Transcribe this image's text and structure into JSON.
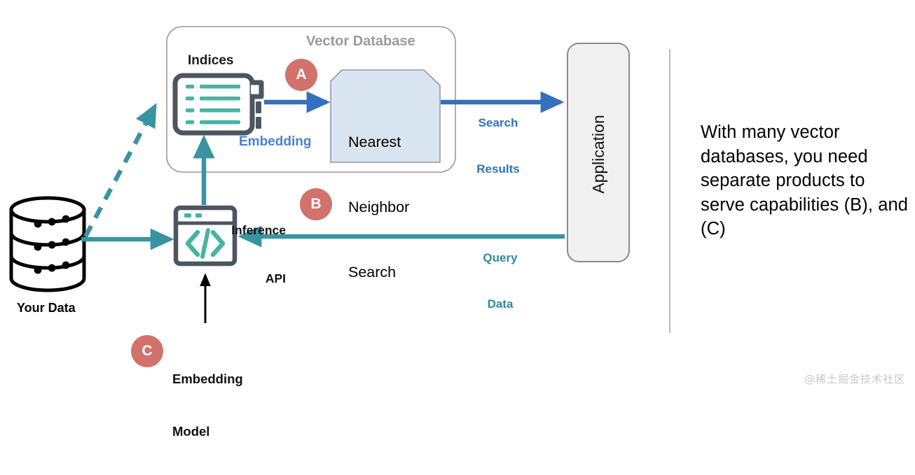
{
  "diagram": {
    "title_container": "Vector Database",
    "nodes": {
      "indices_label": "Indices",
      "nearest_neighbor_search": "Nearest\nNeighbor\nSearch",
      "nearest_neighbor_search_lines": [
        "Nearest",
        "Neighbor",
        "Search"
      ],
      "inference_api": "Inference\nAPI",
      "inference_api_lines": [
        "Inference",
        "API"
      ],
      "your_data": "Your Data",
      "embedding_model": "Embedding\nModel",
      "embedding_model_lines": [
        "Embedding",
        "Model"
      ],
      "application": "Application",
      "code_glyph": "</>"
    },
    "edge_labels": {
      "embedding": "Embedding",
      "search_results": "Search\nResults",
      "search_results_lines": [
        "Search",
        "Results"
      ],
      "query_data": "Query\nData",
      "query_data_lines": [
        "Query",
        "Data"
      ]
    },
    "badges": [
      {
        "id": "A",
        "label": "A"
      },
      {
        "id": "B",
        "label": "B"
      },
      {
        "id": "C",
        "label": "C"
      }
    ],
    "colors": {
      "badge_red": "#d2726d",
      "teal": "#3a93a1",
      "blue_arrow": "#3470bd",
      "blue_label": "#4781d2",
      "nns_fill": "#d8e4f0",
      "nns_stroke": "#8f9aa6",
      "application_fill": "#f0f0f0",
      "application_stroke": "#8a8a8a",
      "container_stroke": "#9a9a9a",
      "icon_dark": "#4d5560",
      "icon_teal": "#49b3a2",
      "black": "#000000",
      "divider": "#a8a8a8"
    }
  },
  "side_note": {
    "text": "With many vector databases, you need separate products to serve capabilities (B), and (C)"
  },
  "watermark": {
    "text": "@稀土掘金技术社区"
  }
}
